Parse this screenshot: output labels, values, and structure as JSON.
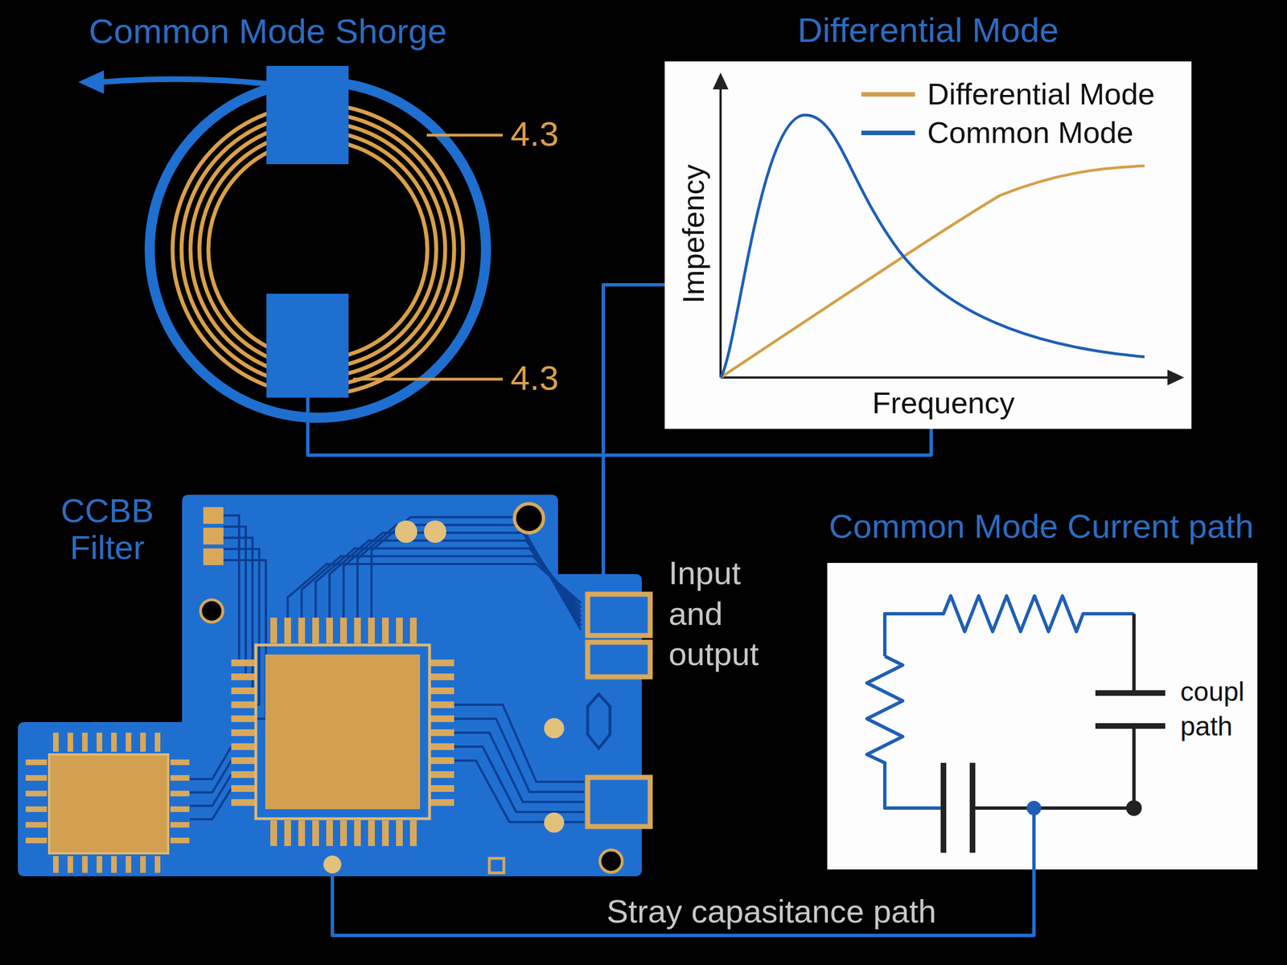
{
  "diagram": {
    "nodes": [
      {
        "text": [
          "Common Mode Shorge"
        ]
      },
      {
        "text": [
          "Differential Mode"
        ]
      },
      {
        "text": [
          "CCBB Filter"
        ]
      },
      {
        "text": [
          "Common Mode Current path",
          "coupl path"
        ]
      }
    ],
    "edges": [
      {
        "from": 0,
        "to": 1,
        "arrow": "none"
      },
      {
        "from": 1,
        "to": 2,
        "arrow": "none"
      },
      {
        "from": 3,
        "to": 2,
        "label": "Stray capasitance path",
        "arrow": "none"
      }
    ],
    "labels": [
      "4.3",
      "4.3",
      "Impefency",
      "Frequency",
      "Input and output"
    ],
    "legend": [
      {
        "text": "Differential Mode",
        "color": "#d4a04a"
      },
      {
        "text": "Common Mode",
        "color": "#1e5fb4"
      }
    ]
  }
}
